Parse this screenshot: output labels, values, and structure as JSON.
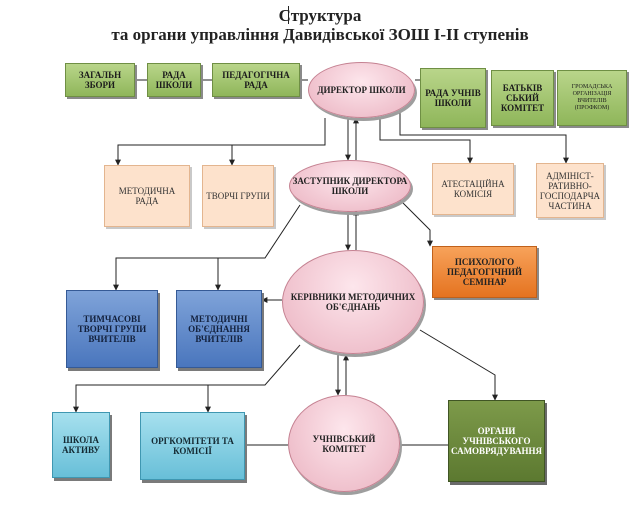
{
  "title": {
    "line1": "Структура",
    "line2": "та органи управління Давидівської ЗОШ І-ІІ ступенів"
  },
  "nodes": {
    "general_meeting": "Загальн збори",
    "school_council": "Рада школи",
    "pedagogical_council": "Педагогічна рада",
    "director": "Директор школи",
    "student_council": "Рада учнів школи",
    "parent_committee": "Батьків ський комітет",
    "trade_union": "Громадська організація вчителів (профком)",
    "methodical_council": "Методична рада",
    "creative_groups": "Творчі групи",
    "deputy_director": "Заступник директора школи",
    "attestation_commission": "Атестаційна комісія",
    "admin_economic": "Адмініст-ративно-господарча частина",
    "psych_seminar": "Психолого педагогічний семінар",
    "temp_creative_groups": "Тимчасові творчі групи вчителів",
    "methodical_associations": "Методичні об'єднання вчителів",
    "heads_methodical": "Керівники методичних об'єднань",
    "activist_school": "Школа активу",
    "org_committees": "Оргкомітети та комісії",
    "student_committee": "Учнівський комітет",
    "student_self_gov": "Органи учнівського самоврядування"
  }
}
